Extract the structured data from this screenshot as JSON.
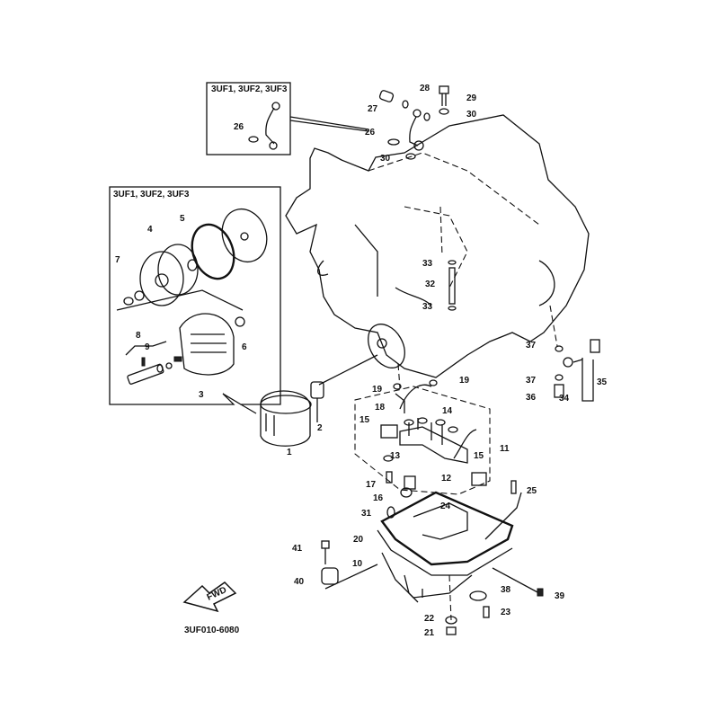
{
  "diagram": {
    "inset_headers": [
      "3UF1, 3UF2, 3UF3",
      "3UF1, 3UF2, 3UF3"
    ],
    "part_labels": [
      "26",
      "27",
      "28",
      "29",
      "30",
      "26",
      "30",
      "33",
      "32",
      "33",
      "4",
      "5",
      "7",
      "8",
      "9",
      "6",
      "3",
      "1",
      "2",
      "19",
      "19",
      "18",
      "14",
      "15",
      "11",
      "15",
      "13",
      "12",
      "17",
      "16",
      "25",
      "24",
      "31",
      "20",
      "41",
      "10",
      "40",
      "38",
      "39",
      "23",
      "22",
      "21",
      "37",
      "37",
      "36",
      "34",
      "35"
    ],
    "diagram_code": "3UF010-6080",
    "fwd_icon": "fwd-arrow-icon",
    "fwd_text": "FWD"
  }
}
